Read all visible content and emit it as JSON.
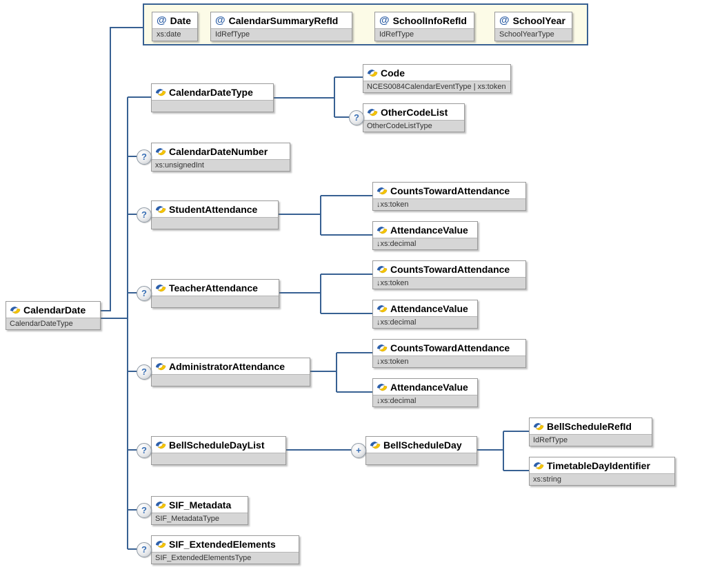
{
  "colors": {
    "connector": "#376092",
    "attr_group_bg": "#fcfbe7",
    "attr_group_border": "#376092",
    "node_type_band": "#d6d6d6",
    "occurrence_glyph": "#3a70b5",
    "icon_blue": "#2c5faa",
    "icon_yellow": "#f5c400"
  },
  "occ": {
    "optional": "?",
    "repeat": "+"
  },
  "root": {
    "name": "CalendarDate",
    "type": "CalendarDateType"
  },
  "attrs": {
    "date": {
      "name": "Date",
      "type": "xs:date"
    },
    "calendar_summary_ref_id": {
      "name": "CalendarSummaryRefId",
      "type": "IdRefType"
    },
    "school_info_ref_id": {
      "name": "SchoolInfoRefId",
      "type": "IdRefType"
    },
    "school_year": {
      "name": "SchoolYear",
      "type": "SchoolYearType"
    }
  },
  "nodes": {
    "calendar_date_type": {
      "name": "CalendarDateType",
      "type": ""
    },
    "code": {
      "name": "Code",
      "type": "NCES0084CalendarEventType | xs:token"
    },
    "other_code_list": {
      "name": "OtherCodeList",
      "type": "OtherCodeListType"
    },
    "calendar_date_number": {
      "name": "CalendarDateNumber",
      "type": "xs:unsignedInt"
    },
    "student_attendance": {
      "name": "StudentAttendance",
      "type": ""
    },
    "teacher_attendance": {
      "name": "TeacherAttendance",
      "type": ""
    },
    "administrator_attendance": {
      "name": "AdministratorAttendance",
      "type": ""
    },
    "counts_toward_attendance": {
      "name": "CountsTowardAttendance",
      "type": "↓xs:token"
    },
    "attendance_value": {
      "name": "AttendanceValue",
      "type": "↓xs:decimal"
    },
    "bell_schedule_day_list": {
      "name": "BellScheduleDayList",
      "type": ""
    },
    "bell_schedule_day": {
      "name": "BellScheduleDay",
      "type": ""
    },
    "bell_schedule_ref_id": {
      "name": "BellScheduleRefId",
      "type": "IdRefType"
    },
    "timetable_day_identifier": {
      "name": "TimetableDayIdentifier",
      "type": "xs:string"
    },
    "sif_metadata": {
      "name": "SIF_Metadata",
      "type": "SIF_MetadataType"
    },
    "sif_extended_elements": {
      "name": "SIF_ExtendedElements",
      "type": "SIF_ExtendedElementsType"
    }
  }
}
